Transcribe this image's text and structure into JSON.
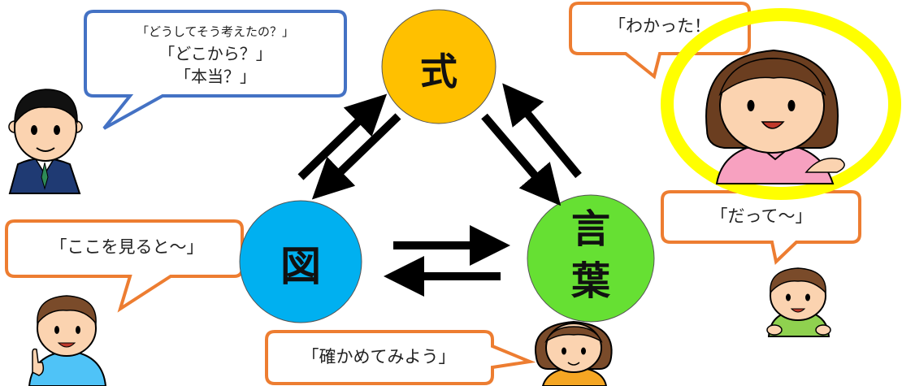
{
  "nodes": {
    "formula": {
      "label": "式",
      "color": "#FFC000"
    },
    "figure": {
      "label": "図",
      "color": "#00B0F0"
    },
    "words": {
      "line1": "言",
      "line2": "葉",
      "color": "#66E033"
    }
  },
  "bubbles": {
    "teacher": {
      "line1": "「どうしてそう考えたの？」",
      "line2": "「どこから？」",
      "line3": "「本当？」",
      "border_color": "#4472C4"
    },
    "girl_top_right": {
      "text": "「わかった！",
      "border_color": "#ED7D31"
    },
    "boy_right": {
      "text": "「だって～」",
      "border_color": "#ED7D31"
    },
    "boy_left": {
      "text": "「ここを見ると～」",
      "border_color": "#ED7D31"
    },
    "girl_bottom": {
      "text": "「確かめてみよう」",
      "border_color": "#ED7D31"
    }
  },
  "highlight_color": "#FFFF00"
}
